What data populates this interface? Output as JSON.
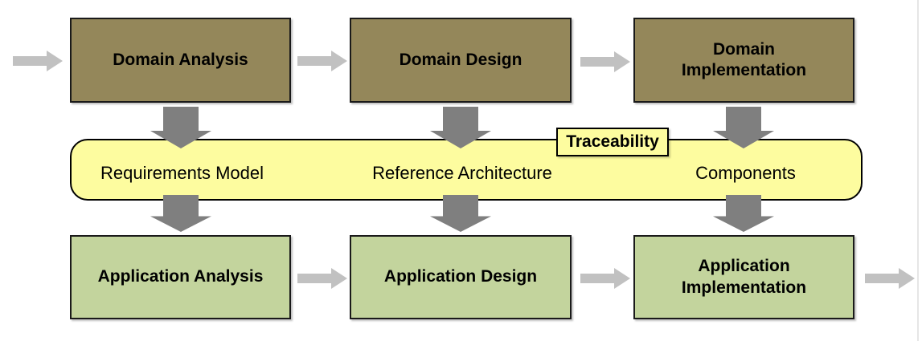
{
  "diagram": {
    "top_boxes": [
      "Domain Analysis",
      "Domain Design",
      "Domain Implementation"
    ],
    "band_items": [
      "Requirements Model",
      "Reference Architecture",
      "Components"
    ],
    "traceability_tag": "Traceability",
    "bottom_boxes": [
      "Application Analysis",
      "Application Design",
      "Application Implementation"
    ]
  },
  "colors": {
    "domain_box": "#94875a",
    "application_box": "#c3d49d",
    "band": "#fdfc9f",
    "flow_arrow": "#c1c1c1",
    "mapping_arrow": "#7f7f7f",
    "box_border": "#1a1a1a",
    "page_edge": "#e6e6e6"
  }
}
